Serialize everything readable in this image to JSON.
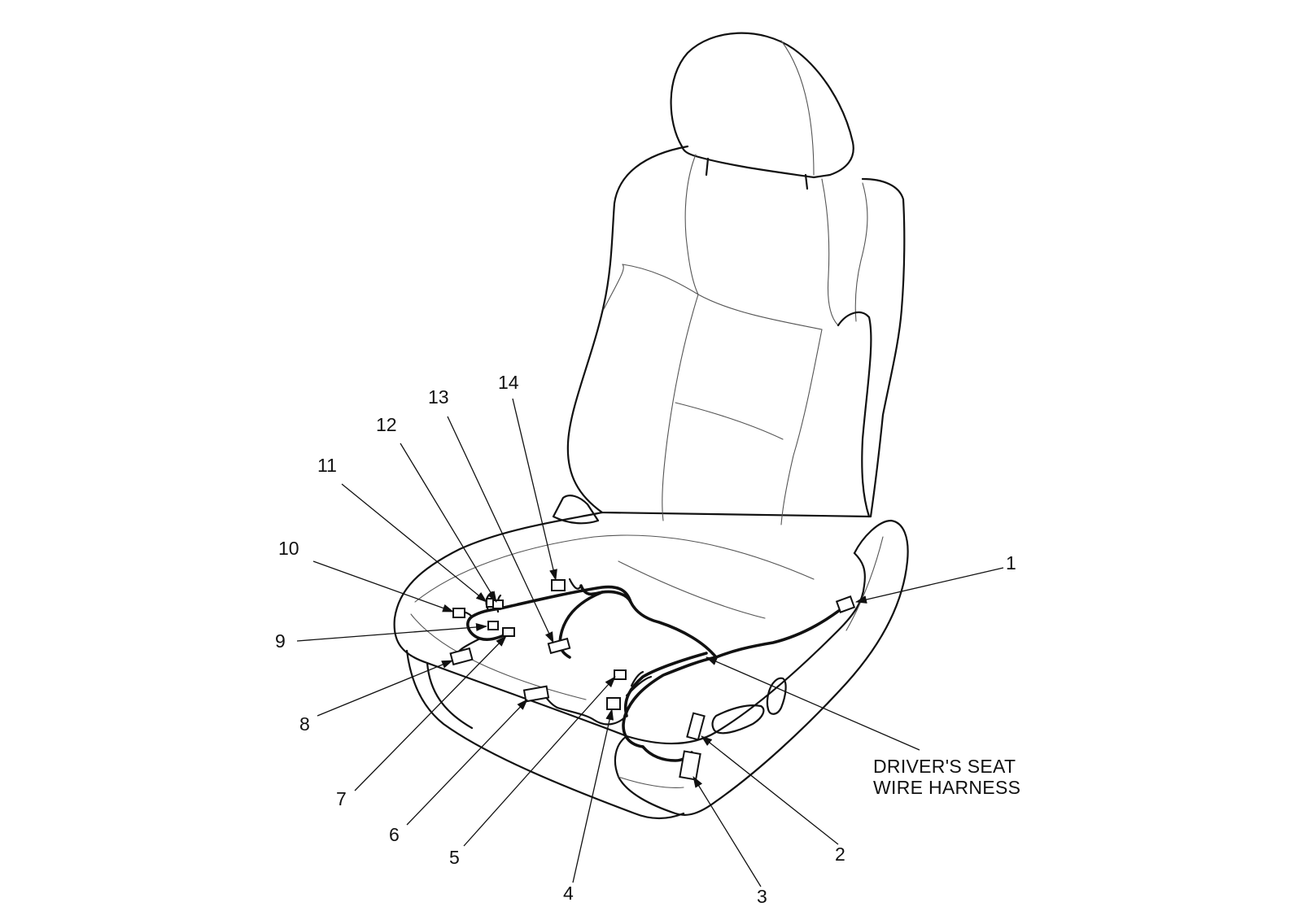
{
  "diagram": {
    "callouts": [
      "1",
      "2",
      "3",
      "4",
      "5",
      "6",
      "7",
      "8",
      "9",
      "10",
      "11",
      "12",
      "13",
      "14"
    ],
    "caption_line1": "DRIVER'S SEAT",
    "caption_line2": "WIRE HARNESS"
  },
  "colors": {
    "line": "#111111",
    "background": "#ffffff"
  }
}
